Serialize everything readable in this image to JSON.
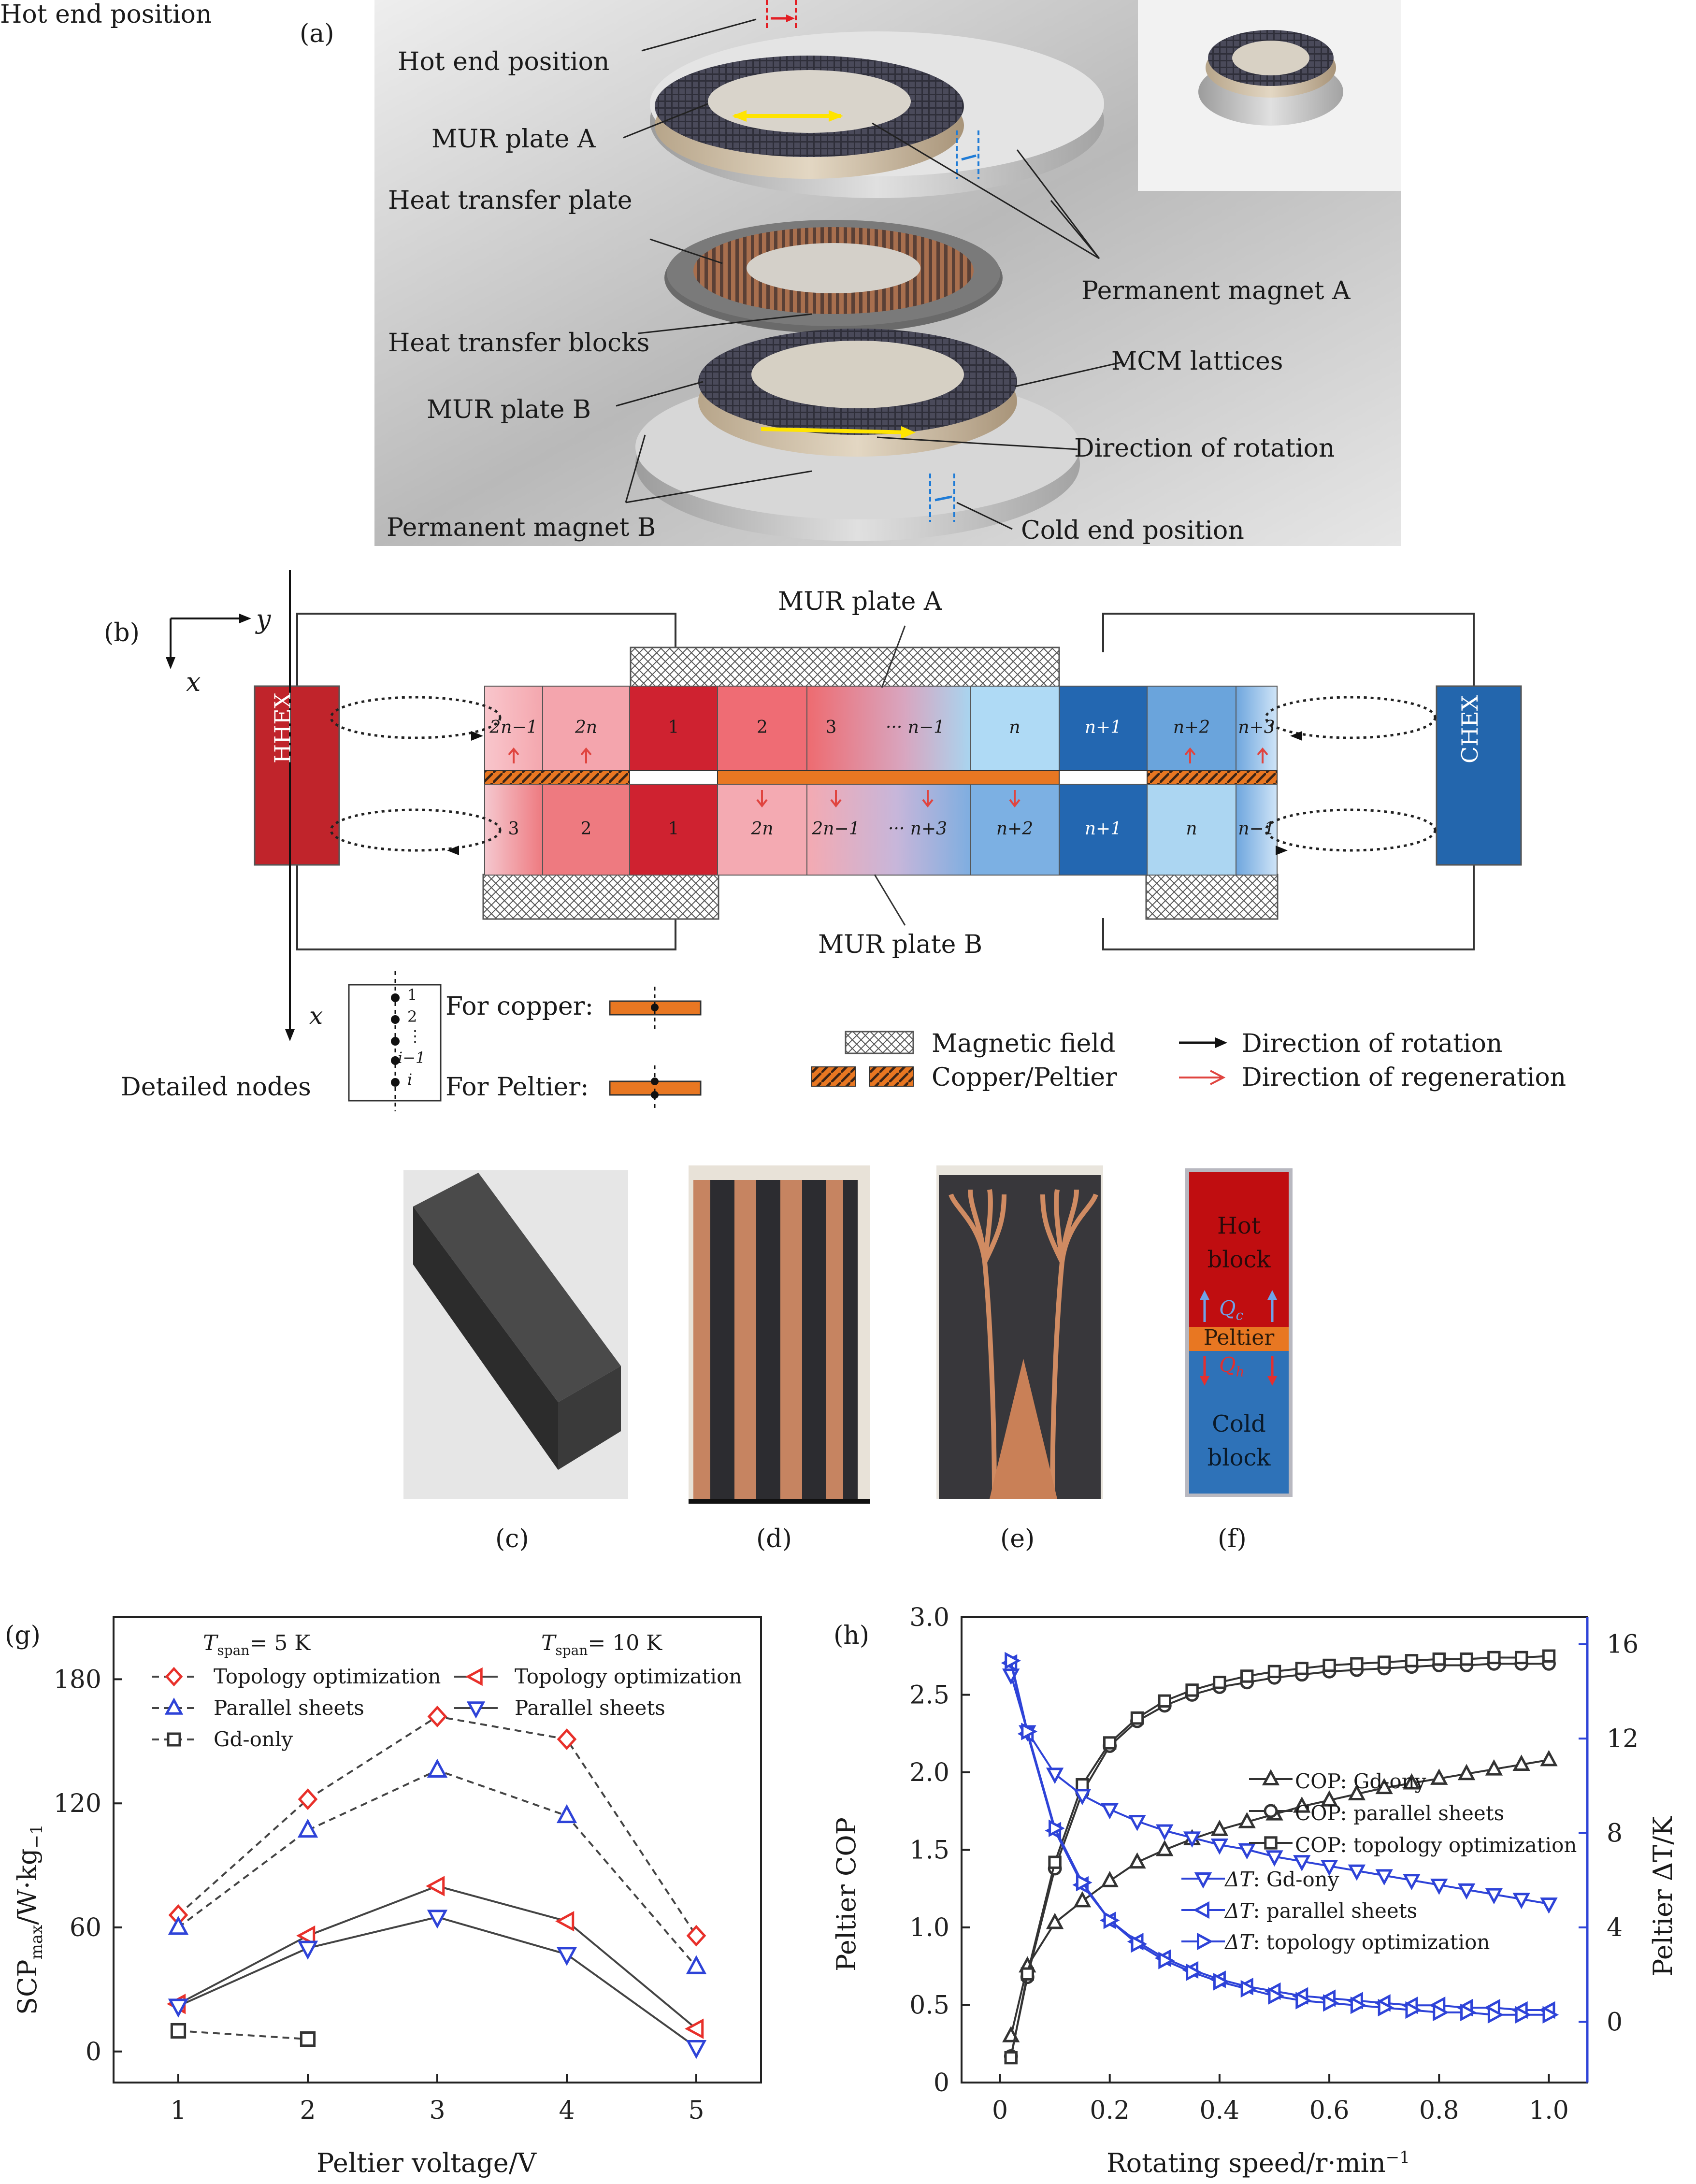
{
  "panel_a": {
    "label": "(a)",
    "labels": {
      "hot_end": "Hot end position",
      "mur_a": "MUR plate A",
      "heat_plate": "Heat transfer plate",
      "heat_blocks": "Heat transfer blocks",
      "mur_b": "MUR plate B",
      "magnet_b": "Permanent magnet B",
      "magnet_a": "Permanent magnet A",
      "mcm": "MCM lattices",
      "rotation": "Direction of rotation",
      "cold_end": "Cold end position"
    }
  },
  "panel_b": {
    "label": "(b)",
    "axis_y": "y",
    "axis_x": "x",
    "axis_x2": "x",
    "mur_a": "MUR plate A",
    "mur_b": "MUR plate B",
    "hhex": "HHEX",
    "chex": "CHEX",
    "top_cells": [
      "2n−1",
      "2n",
      "1",
      "2",
      "3",
      "··· n−1",
      "n",
      "n+1",
      "n+2",
      "n+3"
    ],
    "bottom_cells": [
      "3",
      "2",
      "1",
      "2n",
      "2n−1",
      "··· n+3",
      "n+2",
      "n+1",
      "n",
      "n−1"
    ],
    "nodes": [
      "1",
      "2",
      "⋮",
      "i−1",
      "i"
    ],
    "detailed_nodes": "Detailed nodes",
    "for_copper": "For copper:",
    "for_peltier": "For Peltier:",
    "legend": {
      "magnetic": "Magnetic field",
      "copper": "Copper/Peltier",
      "rotation": "Direction of rotation",
      "regeneration": "Direction of regeneration"
    }
  },
  "panels_cf": {
    "c": "(c)",
    "d": "(d)",
    "e": "(e)",
    "f": "(f)",
    "hot1": "Hot",
    "hot2": "block",
    "qc": "Q",
    "qc_sub": "c",
    "peltier": "Peltier",
    "qh": "Q",
    "qh_sub": "h",
    "cold1": "Cold",
    "cold2": "block"
  },
  "chart_data": [
    {
      "id": "g",
      "type": "line",
      "label": "(g)",
      "xlabel": "Peltier voltage/V",
      "ylabel": "SCP",
      "ylabel_sub": "max",
      "ylabel_unit": "/W·kg",
      "ylabel_exp": "−1",
      "x": [
        1,
        2,
        3,
        4,
        5
      ],
      "xlim": [
        0.5,
        5.5
      ],
      "ylim": [
        -15,
        210
      ],
      "yticks": [
        0,
        60,
        120,
        180
      ],
      "header_5k": "T",
      "header_5k_sub": "span",
      "header_5k_val": "= 5 K",
      "header_10k": "T",
      "header_10k_sub": "span",
      "header_10k_val": "= 10 K",
      "colors": {
        "red": "#e8302a",
        "blue": "#2e43d8",
        "black": "#333333"
      },
      "series": [
        {
          "name": "Topology optimization",
          "group": "5K",
          "marker": "diamond",
          "color": "red",
          "dashed": true,
          "values": [
            66,
            122,
            162,
            151,
            56
          ]
        },
        {
          "name": "Parallel sheets",
          "group": "5K",
          "marker": "triangle-up",
          "color": "blue",
          "dashed": true,
          "values": [
            60,
            107,
            136,
            114,
            41
          ]
        },
        {
          "name": "Gd-only",
          "group": "5K",
          "marker": "square",
          "color": "black",
          "dashed": true,
          "values": [
            10,
            6,
            null,
            null,
            null
          ]
        },
        {
          "name": "Topology optimization",
          "group": "10K",
          "marker": "triangle-left",
          "color": "red",
          "dashed": false,
          "values": [
            23,
            56,
            80,
            63,
            11
          ]
        },
        {
          "name": "Parallel sheets",
          "group": "10K",
          "marker": "triangle-down",
          "color": "blue",
          "dashed": false,
          "values": [
            22,
            50,
            65,
            47,
            2
          ]
        }
      ]
    },
    {
      "id": "h",
      "type": "line",
      "label": "(h)",
      "xlabel": "Rotating speed/r·min",
      "xlabel_exp": "−1",
      "ylabel_left": "Peltier COP",
      "ylabel_right": "Peltier ΔT/K",
      "xlim": [
        -0.07,
        1.07
      ],
      "ylim_left": [
        0,
        3
      ],
      "ylim_right": [
        -2.57,
        17.14
      ],
      "xticks": [
        0,
        0.2,
        0.4,
        0.6,
        0.8,
        1.0
      ],
      "xtick_labels": [
        "0",
        "0.2",
        "0.4",
        "0.6",
        "0.8",
        "1.0"
      ],
      "yticks_left": [
        0,
        0.5,
        1.0,
        1.5,
        2.0,
        2.5,
        3.0
      ],
      "ytick_labels_left": [
        "0",
        "0.5",
        "1.0",
        "1.5",
        "2.0",
        "2.5",
        "3.0"
      ],
      "yticks_right": [
        0,
        4,
        8,
        12,
        16
      ],
      "x": [
        0.02,
        0.05,
        0.1,
        0.15,
        0.2,
        0.25,
        0.3,
        0.35,
        0.4,
        0.45,
        0.5,
        0.55,
        0.6,
        0.65,
        0.7,
        0.75,
        0.8,
        0.85,
        0.9,
        0.95,
        1.0
      ],
      "series": [
        {
          "name": "COP: Gd-ony",
          "axis": "left",
          "marker": "triangle-up",
          "color": "#333333",
          "values": [
            0.3,
            0.75,
            1.03,
            1.17,
            1.3,
            1.42,
            1.5,
            1.57,
            1.63,
            1.68,
            1.73,
            1.78,
            1.82,
            1.86,
            1.9,
            1.93,
            1.96,
            1.99,
            2.02,
            2.05,
            2.08
          ]
        },
        {
          "name": "COP: parallel sheets",
          "axis": "left",
          "marker": "circle",
          "color": "#333333",
          "values": [
            0.17,
            0.68,
            1.38,
            1.87,
            2.17,
            2.33,
            2.43,
            2.5,
            2.55,
            2.58,
            2.61,
            2.63,
            2.65,
            2.66,
            2.67,
            2.68,
            2.69,
            2.69,
            2.7,
            2.7,
            2.7
          ]
        },
        {
          "name": "COP: topology optimization",
          "axis": "left",
          "marker": "square",
          "color": "#333333",
          "values": [
            0.16,
            0.7,
            1.42,
            1.92,
            2.19,
            2.35,
            2.46,
            2.53,
            2.58,
            2.62,
            2.65,
            2.67,
            2.69,
            2.7,
            2.71,
            2.72,
            2.73,
            2.73,
            2.74,
            2.74,
            2.75
          ]
        },
        {
          "name": "ΔT: Gd-ony",
          "axis": "right",
          "marker": "triangle-down",
          "color": "#2e43d8",
          "values": [
            14.7,
            12.3,
            10.5,
            9.6,
            9.0,
            8.5,
            8.1,
            7.8,
            7.5,
            7.3,
            7.0,
            6.8,
            6.6,
            6.4,
            6.2,
            6.0,
            5.8,
            5.6,
            5.4,
            5.2,
            5.0
          ]
        },
        {
          "name": "ΔT: parallel sheets",
          "axis": "right",
          "marker": "triangle-left",
          "color": "#2e43d8",
          "values": [
            15.2,
            12.2,
            8.1,
            5.8,
            4.3,
            3.4,
            2.7,
            2.2,
            1.8,
            1.5,
            1.3,
            1.1,
            1.0,
            0.9,
            0.8,
            0.7,
            0.7,
            0.6,
            0.6,
            0.5,
            0.5
          ]
        },
        {
          "name": "ΔT: topology optimization",
          "axis": "right",
          "marker": "triangle-right",
          "color": "#2e43d8",
          "values": [
            15.3,
            12.3,
            8.2,
            5.9,
            4.3,
            3.3,
            2.6,
            2.1,
            1.7,
            1.4,
            1.1,
            0.9,
            0.8,
            0.7,
            0.6,
            0.5,
            0.4,
            0.4,
            0.3,
            0.3,
            0.3
          ]
        }
      ],
      "legend_cop": [
        "COP: Gd-ony",
        "COP: parallel sheets",
        "COP: topology optimization"
      ],
      "legend_dt_prefix": "ΔT",
      "legend_dt": [
        ": Gd-ony",
        ": parallel sheets",
        ": topology optimization"
      ]
    }
  ]
}
